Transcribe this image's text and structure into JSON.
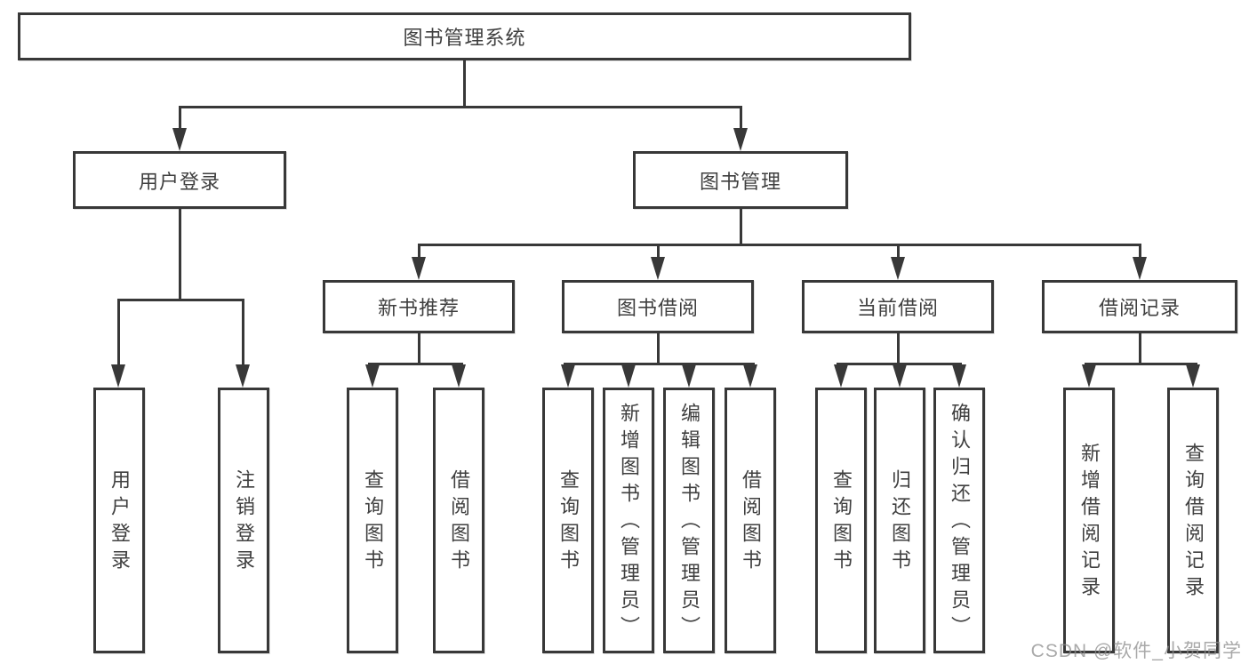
{
  "tree": {
    "label": "图书管理系统",
    "children": [
      {
        "label": "用户登录",
        "children": [
          {
            "label": "用户登录"
          },
          {
            "label": "注销登录"
          }
        ]
      },
      {
        "label": "图书管理",
        "children": [
          {
            "label": "新书推荐",
            "children": [
              {
                "label": "查询图书"
              },
              {
                "label": "借阅图书"
              }
            ]
          },
          {
            "label": "图书借阅",
            "children": [
              {
                "label": "查询图书"
              },
              {
                "label": "新增图书（管理员）"
              },
              {
                "label": "编辑图书（管理员）"
              },
              {
                "label": "借阅图书"
              }
            ]
          },
          {
            "label": "当前借阅",
            "children": [
              {
                "label": "查询图书"
              },
              {
                "label": "归还图书"
              },
              {
                "label": "确认归还（管理员）"
              }
            ]
          },
          {
            "label": "借阅记录",
            "children": [
              {
                "label": "新增借阅记录"
              },
              {
                "label": "查询借阅记录"
              }
            ]
          }
        ]
      }
    ]
  },
  "watermark": "CSDN @软件_小贺同学",
  "colors": {
    "line": "#383838",
    "box_fill": "#ffffff",
    "text": "#3f3f3f",
    "watermark": "#8c8c8c"
  }
}
